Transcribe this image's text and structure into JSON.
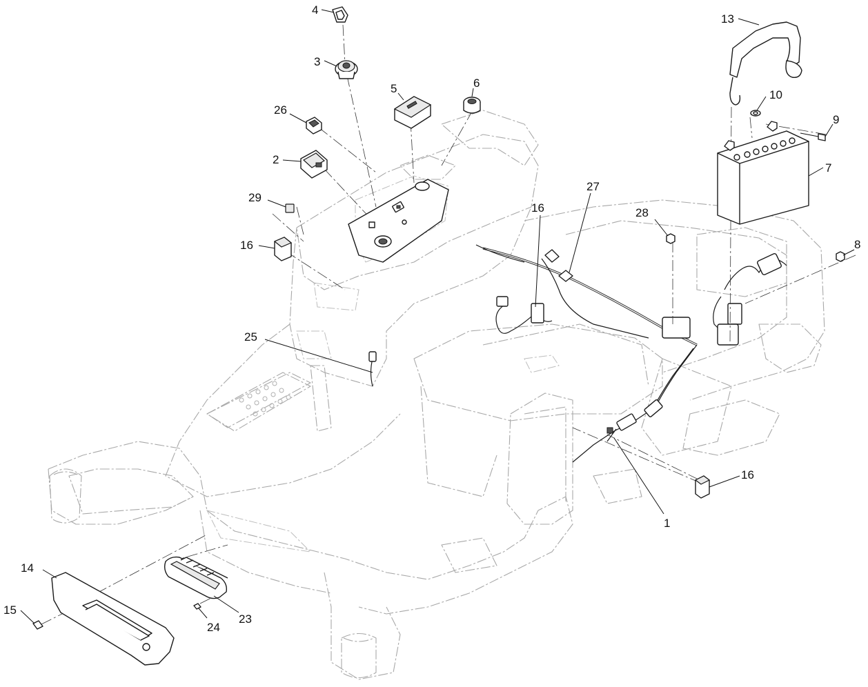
{
  "diagram": {
    "callouts": {
      "c1": "1",
      "c2": "2",
      "c3": "3",
      "c4": "4",
      "c5": "5",
      "c6": "6",
      "c7": "7",
      "c8": "8",
      "c9": "9",
      "c10": "10",
      "c13": "13",
      "c14": "14",
      "c15": "15",
      "c16a": "16",
      "c16b": "16",
      "c16c": "16",
      "c23": "23",
      "c24": "24",
      "c25": "25",
      "c26": "26",
      "c27": "27",
      "c28": "28",
      "c29": "29"
    }
  }
}
